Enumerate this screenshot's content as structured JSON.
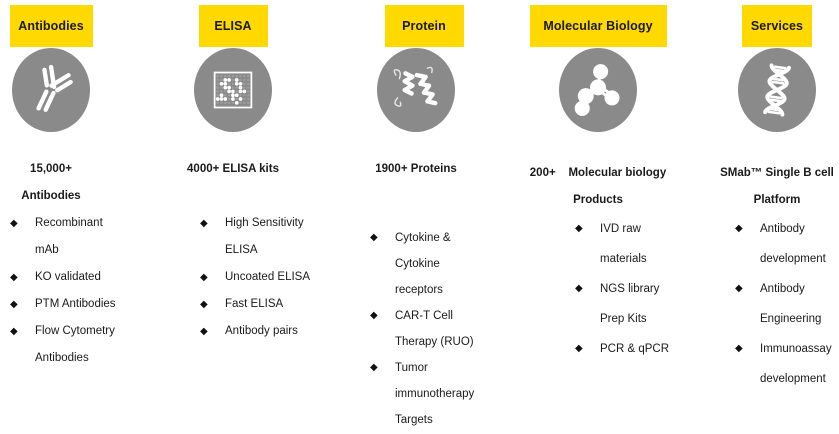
{
  "colors": {
    "accent_yellow": "#FFD900",
    "circle_gray": "#8A8A8A",
    "icon_white": "#FFFFFF",
    "text_black": "#1A1A1A",
    "plate_dot_gray": "#9E9E9E"
  },
  "bullet_glyph": "◆",
  "columns": [
    {
      "chip": "Antibodies",
      "icon": "antibody-icon",
      "heading_lines": [
        "15,000+",
        "Antibodies"
      ],
      "items": [
        {
          "lines": [
            "Recombinant",
            "mAb"
          ]
        },
        {
          "lines": [
            "KO validated"
          ]
        },
        {
          "lines": [
            "PTM Antibodies"
          ]
        },
        {
          "lines": [
            "Flow Cytometry",
            "Antibodies"
          ]
        }
      ]
    },
    {
      "chip": "ELISA",
      "icon": "elisa-plate-icon",
      "heading_lines": [
        "4000+ ELISA kits"
      ],
      "items": [
        {
          "lines": [
            "High Sensitivity",
            "ELISA"
          ]
        },
        {
          "lines": [
            "Uncoated ELISA"
          ]
        },
        {
          "lines": [
            "Fast ELISA"
          ]
        },
        {
          "lines": [
            "Antibody pairs"
          ]
        }
      ]
    },
    {
      "chip": "Protein",
      "icon": "protein-helix-icon",
      "heading_lines": [
        "1900+ Proteins"
      ],
      "items": [
        {
          "lines": [
            "Cytokine &",
            "Cytokine",
            "receptors"
          ]
        },
        {
          "lines": [
            "CAR-T Cell",
            "Therapy (RUO)"
          ]
        },
        {
          "lines": [
            "Tumor",
            "immunotherapy",
            "Targets"
          ]
        }
      ]
    },
    {
      "chip": "Molecular Biology",
      "icon": "molecule-icon",
      "heading_lines": [
        "200+    Molecular biology",
        "Products"
      ],
      "items": [
        {
          "lines": [
            "IVD raw",
            "materials"
          ]
        },
        {
          "lines": [
            "NGS library",
            "Prep Kits"
          ]
        },
        {
          "lines": [
            "PCR & qPCR"
          ]
        }
      ]
    },
    {
      "chip": "Services",
      "icon": "dna-helix-icon",
      "heading_lines": [
        "SMab™ Single B cell",
        "Platform"
      ],
      "items": [
        {
          "lines": [
            "Antibody",
            "development"
          ]
        },
        {
          "lines": [
            "Antibody",
            "Engineering"
          ]
        },
        {
          "lines": [
            "Immunoassay",
            "development"
          ]
        }
      ]
    }
  ]
}
